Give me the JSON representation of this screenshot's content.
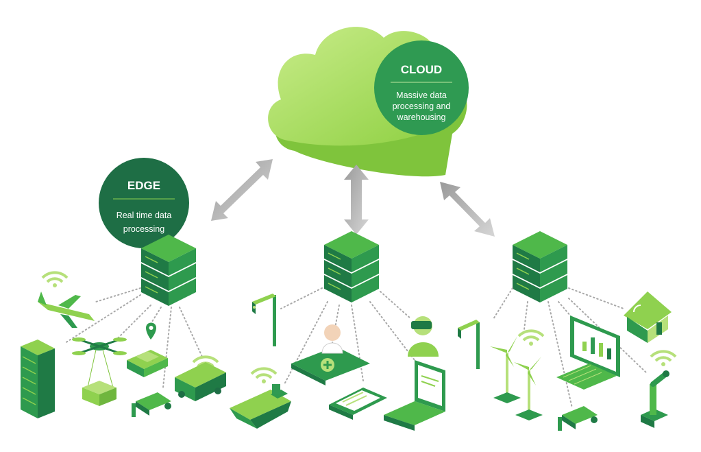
{
  "cloud": {
    "title": "CLOUD",
    "desc_lines": [
      "Massive data",
      "processing and",
      "warehousing"
    ]
  },
  "edge": {
    "title": "EDGE",
    "desc_lines": [
      "Real time data",
      "processing"
    ]
  },
  "colors": {
    "dark_green": "#1e6e45",
    "mid_green": "#2f9a52",
    "light_green": "#8fd14f",
    "lime": "#b6e07a",
    "arrow_grey": "#b5b5b5",
    "dot_grey": "#a8a8a8"
  },
  "devices": {
    "left": [
      "airplane-icon",
      "building-icon",
      "drone-icon",
      "car-icon",
      "security-camera-icon",
      "delivery-truck-icon"
    ],
    "center": [
      "traffic-light-icon",
      "ship-icon",
      "telemedicine-tablet-icon",
      "tablet-icon",
      "laptop-icon",
      "vr-headset-person-icon"
    ],
    "right": [
      "traffic-light-icon",
      "wind-turbine-icon",
      "desktop-monitor-icon",
      "security-camera-icon",
      "smart-home-icon",
      "robot-arm-icon"
    ]
  }
}
